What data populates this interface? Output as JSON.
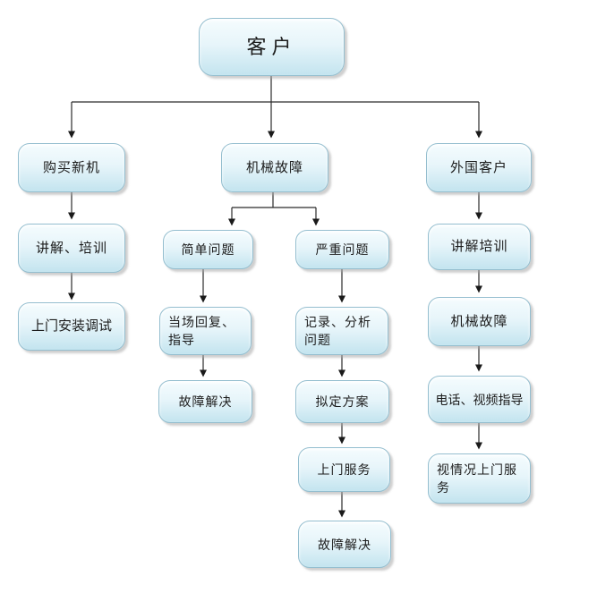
{
  "diagram": {
    "type": "flowchart",
    "background_color": "#ffffff",
    "node_fill_top": "#f5fcfe",
    "node_fill_bottom": "#c3e4ef",
    "node_border_color": "#94becf",
    "line_color": "#2b2b2b",
    "text_color": "#1c1c1c"
  },
  "nodes": {
    "customer": {
      "label": "客户"
    },
    "buy_new_machine": {
      "label": "购买新机"
    },
    "mechanical_failure": {
      "label": "机械故障"
    },
    "foreign_customer": {
      "label": "外国客户"
    },
    "explain_training": {
      "label": "讲解、培训"
    },
    "onsite_install_debug": {
      "label": "上门安装调试"
    },
    "simple_problem": {
      "label": "简单问题"
    },
    "serious_problem": {
      "label": "严重问题"
    },
    "onsite_reply_guidance": {
      "label": "当场回复、指导"
    },
    "fault_resolved_simple": {
      "label": "故障解决"
    },
    "record_analyze_problem": {
      "label": "记录、分析问题"
    },
    "draft_plan": {
      "label": "拟定方案"
    },
    "onsite_service": {
      "label": "上门服务"
    },
    "fault_resolved_serious": {
      "label": "故障解决"
    },
    "explain_training_foreign": {
      "label": "讲解培训"
    },
    "mechanical_failure_foreign": {
      "label": "机械故障"
    },
    "phone_video_guidance": {
      "label": "电话、视频指导"
    },
    "onsite_service_as_needed": {
      "label": "视情况上门服务"
    }
  },
  "edges": [
    {
      "from": "customer",
      "to": "buy_new_machine"
    },
    {
      "from": "customer",
      "to": "mechanical_failure"
    },
    {
      "from": "customer",
      "to": "foreign_customer"
    },
    {
      "from": "buy_new_machine",
      "to": "explain_training"
    },
    {
      "from": "explain_training",
      "to": "onsite_install_debug"
    },
    {
      "from": "mechanical_failure",
      "to": "simple_problem"
    },
    {
      "from": "mechanical_failure",
      "to": "serious_problem"
    },
    {
      "from": "simple_problem",
      "to": "onsite_reply_guidance"
    },
    {
      "from": "onsite_reply_guidance",
      "to": "fault_resolved_simple"
    },
    {
      "from": "serious_problem",
      "to": "record_analyze_problem"
    },
    {
      "from": "record_analyze_problem",
      "to": "draft_plan"
    },
    {
      "from": "draft_plan",
      "to": "onsite_service"
    },
    {
      "from": "onsite_service",
      "to": "fault_resolved_serious"
    },
    {
      "from": "foreign_customer",
      "to": "explain_training_foreign"
    },
    {
      "from": "explain_training_foreign",
      "to": "mechanical_failure_foreign"
    },
    {
      "from": "mechanical_failure_foreign",
      "to": "phone_video_guidance"
    },
    {
      "from": "phone_video_guidance",
      "to": "onsite_service_as_needed"
    }
  ]
}
